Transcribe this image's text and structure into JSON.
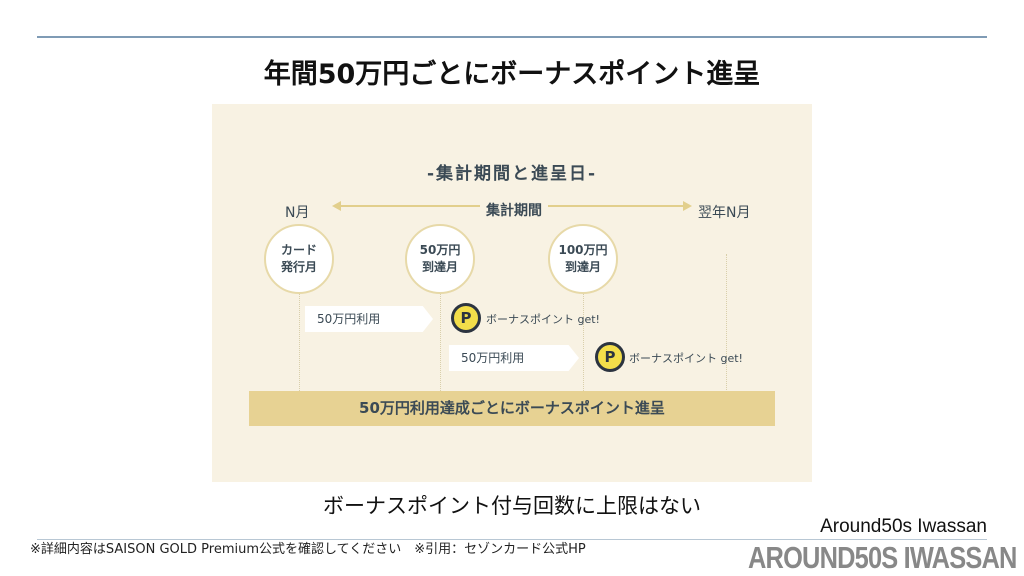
{
  "title": "年間50万円ごとにボーナスポイント進呈",
  "subtitle": "ボーナスポイント付与回数に上限はない",
  "figure": {
    "heading": "-集計期間と進呈日-",
    "start": "N月",
    "period": "集計期間",
    "end": "翌年N月",
    "circles": [
      "カード\n発行月",
      "50万円\n到達月",
      "100万円\n到達月"
    ],
    "usage": "50万円利用",
    "coin": "P",
    "bonus": "ボーナスポイント get!",
    "bar": "50万円利用達成ごとにボーナスポイント進呈"
  },
  "footer": "※詳細内容はSAISON GOLD Premium公式を確認してください　※引用：セゾンカード公式HP",
  "watermark": "AROUND50S IWASSAN",
  "brand": "Around50s Iwassan"
}
